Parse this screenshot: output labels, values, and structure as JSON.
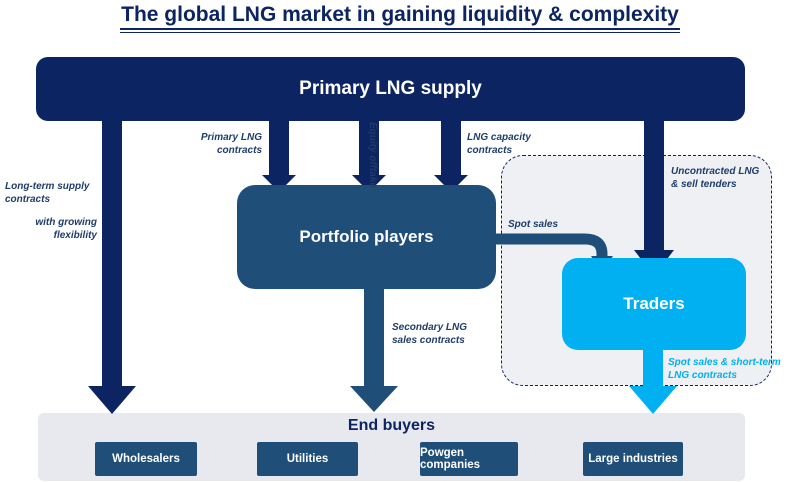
{
  "title": "The global LNG market in gaining liquidity & complexity",
  "boxes": {
    "primary_supply": "Primary LNG supply",
    "portfolio_players": "Portfolio players",
    "traders": "Traders",
    "end_buyers": "End buyers"
  },
  "flow_labels": {
    "long_term_line1": "Long-term supply",
    "long_term_line2": "contracts",
    "growing_line1": "with growing",
    "growing_line2": "flexibility",
    "primary_contracts_line1": "Primary LNG",
    "primary_contracts_line2": "contracts",
    "equity_offtake": "Equity offtake",
    "capacity_line1": "LNG capacity",
    "capacity_line2": "contracts",
    "uncontracted_line1": "Uncontracted LNG",
    "uncontracted_line2": "& sell tenders",
    "spot_sales": "Spot sales",
    "secondary_line1": "Secondary LNG",
    "secondary_line2": "sales contracts",
    "spot_short_line1": "Spot sales & short-term",
    "spot_short_line2": "LNG contracts"
  },
  "end_buyers": [
    "Wholesalers",
    "Utilities",
    "Powgen companies",
    "Large industries"
  ],
  "colors": {
    "navy": "#0c2461",
    "steel_blue": "#1f4e79",
    "cyan": "#00b0f0",
    "light_gray": "#e7e9ee"
  }
}
